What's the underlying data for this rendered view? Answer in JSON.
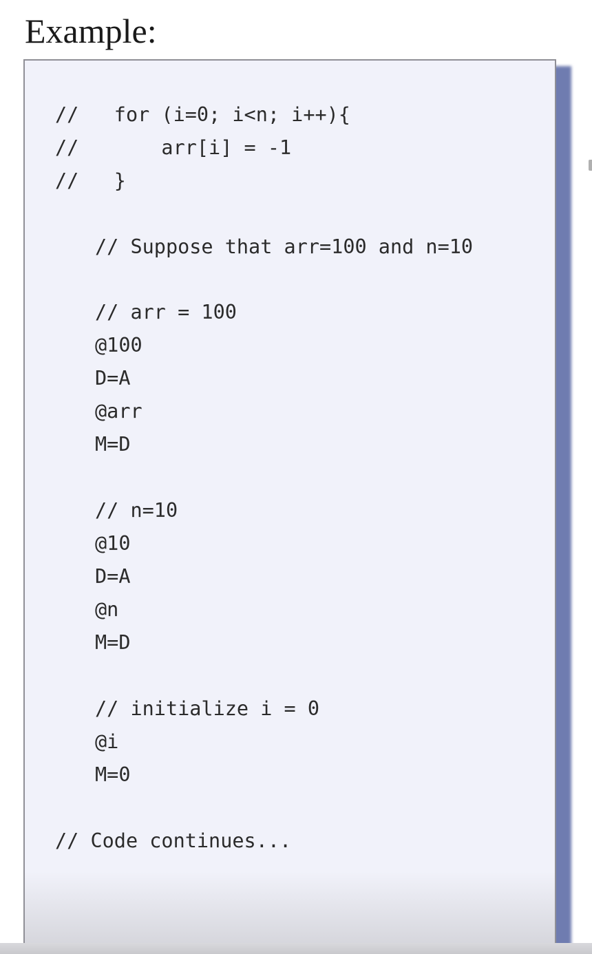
{
  "title": "Example:",
  "code_lines": [
    "//   for (i=0; i<n; i++){",
    "//       arr[i] = -1",
    "//   }",
    "// Suppose that arr=100 and n=10",
    "// arr = 100",
    "@100",
    "D=A",
    "@arr",
    "M=D",
    "// n=10",
    "@10",
    "D=A",
    "@n",
    "M=D",
    "// initialize i = 0",
    "@i",
    "M=0",
    "// Code continues..."
  ],
  "colors": {
    "box_background": "#f1f2fa",
    "box_border": "#8f8f96",
    "shadow": "#6f7cb0",
    "text": "#2b2b2b"
  }
}
